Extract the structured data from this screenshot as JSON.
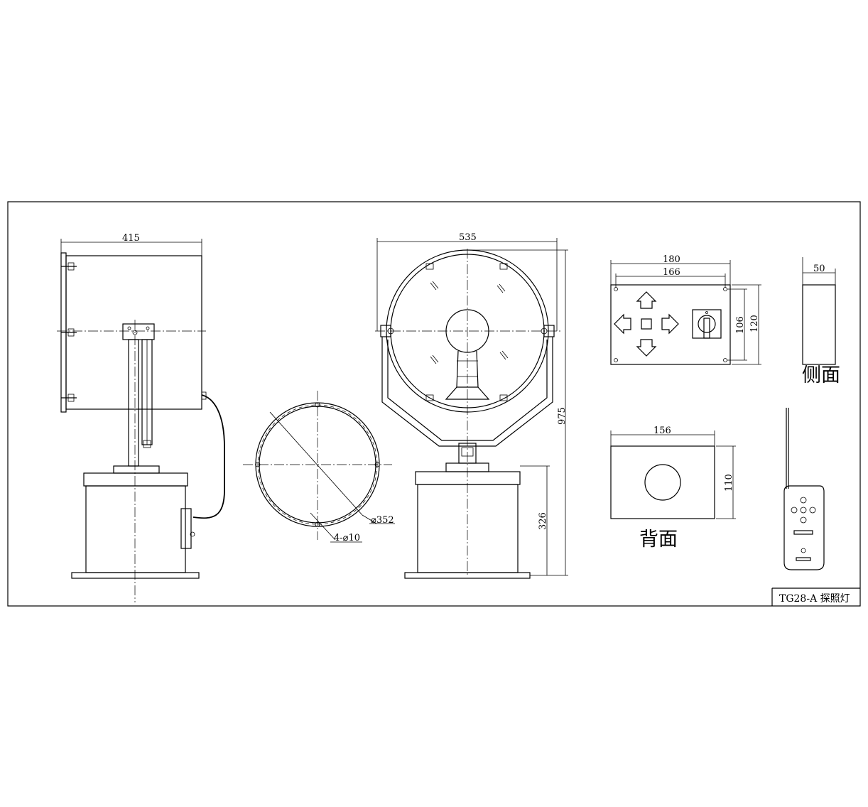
{
  "dimensions": {
    "side_width": "415",
    "front_width": "535",
    "total_height": "975",
    "base_height": "326",
    "ring_diameter": "⌀352",
    "hole_spec": "4-⌀10",
    "panel_width": "180",
    "hole_spacing_w": "166",
    "hole_spacing_h": "106",
    "panel_height": "120",
    "side_depth": "50",
    "back_width": "156",
    "back_height": "110"
  },
  "labels": {
    "side_view": "侧面",
    "back_view": "背面"
  },
  "title_block": {
    "model": "TG28-A 探照灯"
  }
}
